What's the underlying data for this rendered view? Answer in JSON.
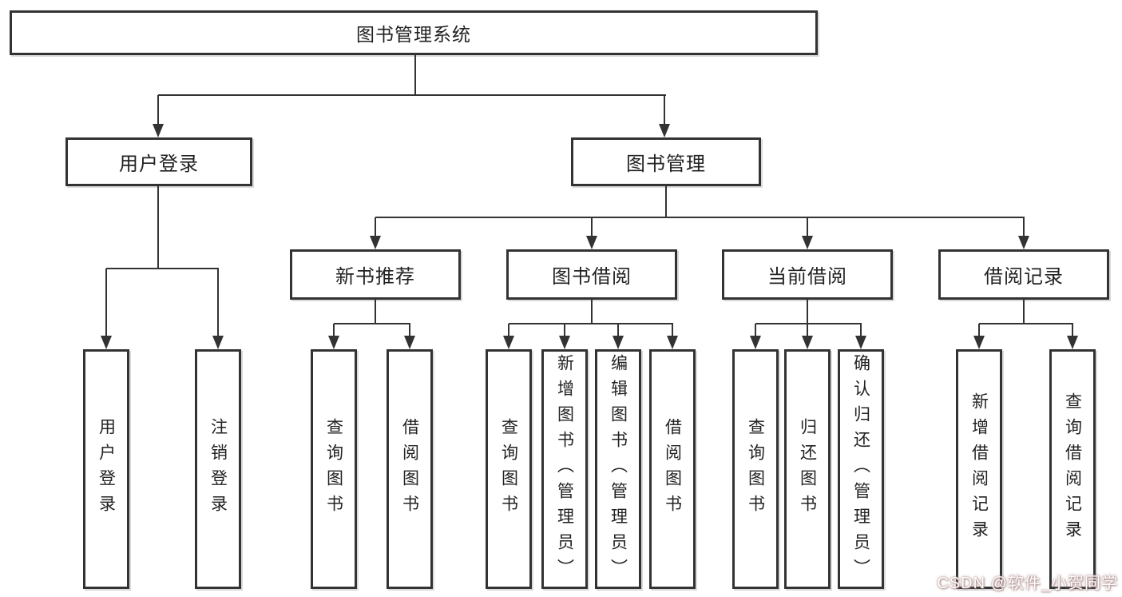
{
  "diagram": {
    "root": {
      "label": "图书管理系统"
    },
    "level2": [
      {
        "label": "用户登录"
      },
      {
        "label": "图书管理"
      }
    ],
    "level3": [
      {
        "label": "新书推荐"
      },
      {
        "label": "图书借阅"
      },
      {
        "label": "当前借阅"
      },
      {
        "label": "借阅记录"
      }
    ],
    "leaves": {
      "user_login": [
        {
          "label": "用户登录"
        },
        {
          "label": "注销登录"
        }
      ],
      "new_book": [
        {
          "label": "查询图书"
        },
        {
          "label": "借阅图书"
        }
      ],
      "book_borrow": [
        {
          "label": "查询图书"
        },
        {
          "label": "新增图书（管理员）"
        },
        {
          "label": "编辑图书（管理员）"
        },
        {
          "label": "借阅图书"
        }
      ],
      "current_borrow": [
        {
          "label": "查询图书"
        },
        {
          "label": "归还图书"
        },
        {
          "label": "确认归还（管理员）"
        }
      ],
      "records": [
        {
          "label": "新增借阅记录"
        },
        {
          "label": "查询借阅记录"
        }
      ]
    }
  },
  "watermark": {
    "text": "CSDN @软件_小贺同学"
  },
  "colors": {
    "line": "#333333",
    "text": "#222222",
    "background": "#ffffff"
  }
}
